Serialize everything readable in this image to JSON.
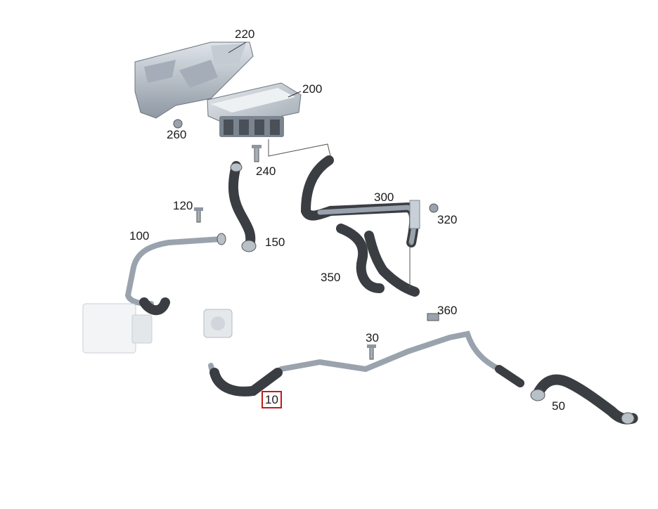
{
  "diagram": {
    "highlighted_part": "10",
    "parts": [
      {
        "id": "p220",
        "label": "220"
      },
      {
        "id": "p200",
        "label": "200"
      },
      {
        "id": "p260",
        "label": "260"
      },
      {
        "id": "p240",
        "label": "240"
      },
      {
        "id": "p120",
        "label": "120"
      },
      {
        "id": "p100",
        "label": "100"
      },
      {
        "id": "p150",
        "label": "150"
      },
      {
        "id": "p300",
        "label": "300"
      },
      {
        "id": "p320",
        "label": "320"
      },
      {
        "id": "p350",
        "label": "350"
      },
      {
        "id": "p360",
        "label": "360"
      },
      {
        "id": "p30",
        "label": "30"
      },
      {
        "id": "p10",
        "label": "10"
      },
      {
        "id": "p50",
        "label": "50"
      }
    ]
  },
  "colors": {
    "hose_dark": "#3a3d42",
    "pipe_light": "#9aa3ad",
    "metal": "#b8c0c8",
    "highlight_border": "#c41a1a"
  }
}
